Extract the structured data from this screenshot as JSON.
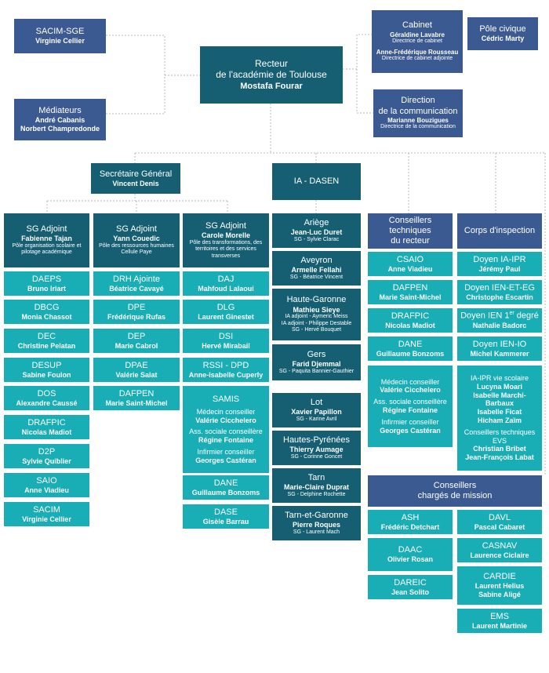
{
  "colors": {
    "blue": "#3c5a92",
    "dark_teal": "#165f73",
    "teal": "#19adb6",
    "connector": "#b9b9b9"
  },
  "top": {
    "sacim_sge": {
      "title": "SACIM-SGE",
      "name": "Virginie Cellier"
    },
    "mediateurs": {
      "title": "Médiateurs",
      "name1": "André Cabanis",
      "name2": "Norbert Champredonde"
    },
    "recteur": {
      "line1": "Recteur",
      "line2": "de l'académie de Toulouse",
      "name": "Mostafa Fourar"
    },
    "cabinet": {
      "title": "Cabinet",
      "name1": "Géraldine Lavabre",
      "role1": "Directrice de cabinet",
      "name2": "Anne-Frédérique Rousseau",
      "role2": "Directrice de cabinet adjointe"
    },
    "pole_civique": {
      "title": "Pôle civique",
      "name": "Cédric Marty"
    },
    "communication": {
      "title1": "Direction",
      "title2": "de la communication",
      "name": "Marianne Bouzigues",
      "role": "Directrice de la communication"
    },
    "secretaire_general": {
      "title": "Secrétaire Général",
      "name": "Vincent Denis"
    },
    "ia_dasen": {
      "title": "IA - DASEN"
    }
  },
  "sg_adjoints": [
    {
      "title": "SG Adjoint",
      "name": "Fabienne Tajan",
      "desc": "Pôle organisation scolaire et pilotage académique",
      "items": [
        {
          "title": "DAEPS",
          "name": "Bruno Iriart"
        },
        {
          "title": "DBCG",
          "name": "Monia Chassot"
        },
        {
          "title": "DEC",
          "name": "Christine Pelatan"
        },
        {
          "title": "DESUP",
          "name": "Sabine Foulon"
        },
        {
          "title": "DOS",
          "name": "Alexandre Caussé"
        },
        {
          "title": "DRAFPIC",
          "name": "Nicolas Madiot"
        },
        {
          "title": "D2P",
          "name": "Sylvie Quiblier"
        },
        {
          "title": "SAIO",
          "name": "Anne Viadieu"
        },
        {
          "title": "SACIM",
          "name": "Virginie Cellier"
        }
      ]
    },
    {
      "title": "SG Adjoint",
      "name": "Yann Couedic",
      "desc": "Pôle des ressources humaines Cellule Paye",
      "items": [
        {
          "title": "DRH Ajointe",
          "name": "Béatrice Cavayé"
        },
        {
          "title": "DPE",
          "name": "Frédérique Rufas"
        },
        {
          "title": "DEP",
          "name": "Marie Cabrol"
        },
        {
          "title": "DPAE",
          "name": "Valérie Salat"
        },
        {
          "title": "DAFPEN",
          "name": "Marie Saint-Michel"
        }
      ]
    },
    {
      "title": "SG Adjoint",
      "name": "Carole Morelle",
      "desc": "Pôle des transformations, des territoires et des services transverses",
      "items": [
        {
          "title": "DAJ",
          "name": "Mahfoud Lalaoui"
        },
        {
          "title": "DLG",
          "name": "Laurent Ginestet"
        },
        {
          "title": "DSI",
          "name": "Hervé Mirabail"
        },
        {
          "title": "RSSI - DPD",
          "name": "Anne-Isabelle Cuperly"
        }
      ],
      "samis": {
        "title": "SAMIS",
        "r1": "Médecin conseiller",
        "n1": "Valérie Cicchelero",
        "r2": "Ass. sociale conseillère",
        "n2": "Régine Fontaine",
        "r3": "Infirmier conseiller",
        "n3": "Georges Castéran"
      },
      "items2": [
        {
          "title": "DANE",
          "name": "Guillaume Bonzoms"
        },
        {
          "title": "DASE",
          "name": "Gisèle Barrau"
        }
      ]
    }
  ],
  "departements": [
    {
      "title": "Ariège",
      "name": "Jean-Luc Duret",
      "lines": [
        "SG - Sylvie Clarac"
      ]
    },
    {
      "title": "Aveyron",
      "name": "Armelle Fellahi",
      "lines": [
        "SG - Béatrice Vincent"
      ]
    },
    {
      "title": "Haute-Garonne",
      "name": "Mathieu Sieye",
      "lines": [
        "IA adjoint - Aymeric Meiss",
        "IA adjoint - Philippe Destable",
        "SG - Hervé Bouquet"
      ]
    },
    {
      "title": "Gers",
      "name": "Farid Djemmal",
      "lines": [
        "SG - Paquita Bannier-Gauthier"
      ]
    },
    {
      "title": "Lot",
      "name": "Xavier Papillon",
      "lines": [
        "SG - Karine Avril"
      ]
    },
    {
      "title": "Hautes-Pyrénées",
      "name": "Thierry Aumage",
      "lines": [
        "SG - Corinne Goncet"
      ]
    },
    {
      "title": "Tarn",
      "name": "Marie-Claire Duprat",
      "lines": [
        "SG - Delphine Rochette"
      ]
    },
    {
      "title": "Tarn-et-Garonne",
      "name": "Pierre Roques",
      "lines": [
        "SG - Laurent Mach"
      ]
    }
  ],
  "conseillers_techniques": {
    "title1": "Conseillers",
    "title2": "techniques",
    "title3": "du recteur",
    "items": [
      {
        "title": "CSAIO",
        "name": "Anne Viadieu"
      },
      {
        "title": "DAFPEN",
        "name": "Marie Saint-Michel"
      },
      {
        "title": "DRAFPIC",
        "name": "Nicolas Madiot"
      },
      {
        "title": "DANE",
        "name": "Guillaume Bonzoms"
      }
    ],
    "sante": {
      "r1": "Médecin conseiller",
      "n1": "Valérie Cicchelero",
      "r2": "Ass. sociale conseillère",
      "n2": "Régine Fontaine",
      "r3": "Infirmier conseiller",
      "n3": "Georges Castéran"
    }
  },
  "corps_inspection": {
    "title": "Corps d'inspection",
    "items": [
      {
        "title": "Doyen IA-IPR",
        "name": "Jérémy Paul"
      },
      {
        "title": "Doyen IEN-ET-EG",
        "name": "Christophe Escartin"
      },
      {
        "title_pre": "Doyen IEN 1",
        "title_sup": "er",
        "title_post": " degré",
        "name": "Nathalie Badorc"
      },
      {
        "title": "Doyen IEN-IO",
        "name": "Michel Kammerer"
      }
    ],
    "vie_scolaire": {
      "title": "IA-IPR vie scolaire",
      "n1": "Lucyna Moari",
      "n2": "Isabelle Marchi-Barbaux",
      "n3": "Isabelle Ficat",
      "n4": "Hicham Zaïm",
      "t2a": "Conseillers techniques",
      "t2b": "EVS",
      "n5": "Christian Bribet",
      "n6": "Jean-François Labat"
    }
  },
  "charges_mission": {
    "title1": "Conseillers",
    "title2": "chargés de mission",
    "left": [
      {
        "title": "ASH",
        "name": "Frédéric Detchart"
      },
      {
        "title": "DAAC",
        "name": "Olivier Rosan"
      },
      {
        "title": "DAREIC",
        "name": "Jean Solito"
      }
    ],
    "right": [
      {
        "title": "DAVL",
        "name": "Pascal Cabaret"
      },
      {
        "title": "CASNAV",
        "name": "Laurence Ciclaire"
      },
      {
        "title": "CARDIE",
        "name": "Laurent Helius",
        "name2": "Sabine Aligé"
      },
      {
        "title": "EMS",
        "name": "Laurent Martinie"
      }
    ]
  }
}
